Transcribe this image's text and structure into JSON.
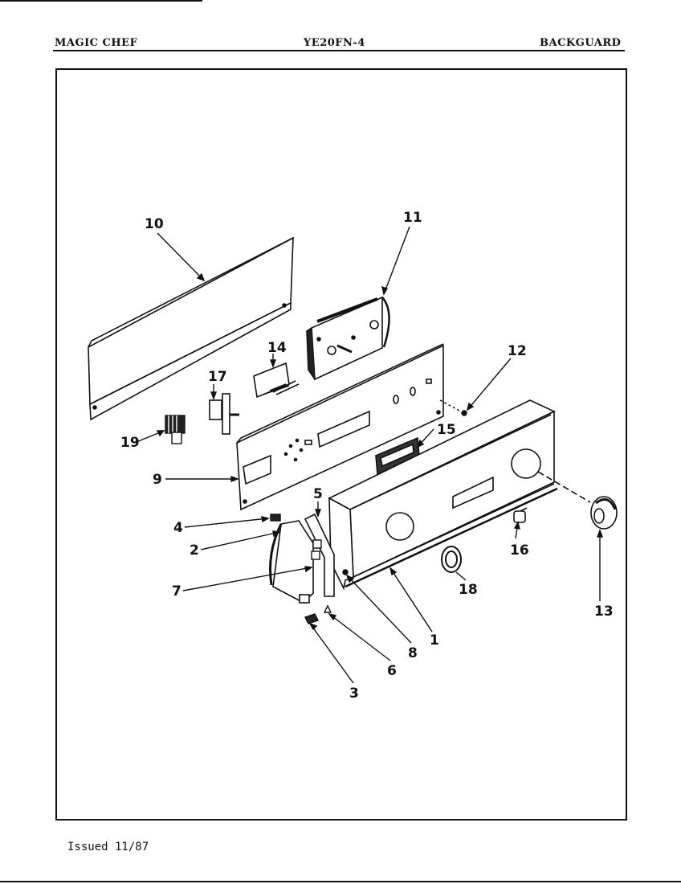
{
  "header": {
    "brand": "MAGIC CHEF",
    "model": "YE20FN-4",
    "section": "BACKGUARD"
  },
  "footer": {
    "issued": "Issued 11/87"
  },
  "callouts": {
    "c1": "1",
    "c2": "2",
    "c3": "3",
    "c4": "4",
    "c5": "5",
    "c6": "6",
    "c7": "7",
    "c8": "8",
    "c9": "9",
    "c10": "10",
    "c11": "11",
    "c12": "12",
    "c13": "13",
    "c14": "14",
    "c15": "15",
    "c16": "16",
    "c17": "17",
    "c18": "18",
    "c19": "19"
  }
}
